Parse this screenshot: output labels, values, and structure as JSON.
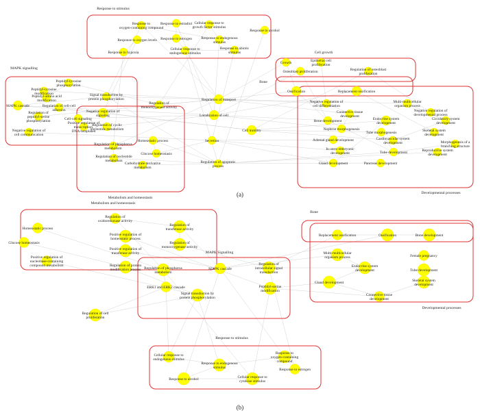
{
  "panels": [
    {
      "id": "a",
      "label": "(a)",
      "groups": [
        {
          "id": "a-stim",
          "label": "Response to stimulus"
        },
        {
          "id": "a-mapk",
          "label": "MAPK signalling"
        },
        {
          "id": "a-meta",
          "label": "Metabolism and homeostasis"
        },
        {
          "id": "a-cell",
          "label": "Cell growth"
        },
        {
          "id": "a-bone",
          "label": "Bone"
        },
        {
          "id": "a-dev",
          "label": "Developmental processes"
        }
      ],
      "nodes": [
        {
          "id": "a1",
          "label": "Response to oxygen-containing compound"
        },
        {
          "id": "a2",
          "label": "Response to estradiol"
        },
        {
          "id": "a3",
          "label": "Cellular response to growth factor stimulus"
        },
        {
          "id": "a4",
          "label": "Response to alcohol"
        },
        {
          "id": "a5",
          "label": "Response to oxygen levels"
        },
        {
          "id": "a6",
          "label": "Response to estrogen"
        },
        {
          "id": "a7",
          "label": "Response to endogenous stimulus"
        },
        {
          "id": "a8",
          "label": "Response to hypoxia"
        },
        {
          "id": "a9",
          "label": "Cellular response to endogenous stimulus"
        },
        {
          "id": "a10",
          "label": "Response to abiotic stimulus"
        },
        {
          "id": "a11",
          "label": "Peptidyl-tyrosine phosphorylation"
        },
        {
          "id": "a12",
          "label": "Peptidyl-tyrosine modification"
        },
        {
          "id": "a13",
          "label": "Peptidyl-amino acid modification"
        },
        {
          "id": "a14",
          "label": "MAPK cascade"
        },
        {
          "id": "a15",
          "label": "Regulation of cell-cell adhesion"
        },
        {
          "id": "a16",
          "label": "Regulation of peptidyl-serine phosphorylation"
        },
        {
          "id": "a17",
          "label": "Cell-cell signaling"
        },
        {
          "id": "a18",
          "label": "Positive regulation of transcription, DNA-templated"
        },
        {
          "id": "a19",
          "label": "Negative regulation of cell communication"
        },
        {
          "id": "a20",
          "label": "Signal transduction by protein phosphorylation"
        },
        {
          "id": "a21",
          "label": "Regulation of monooxygenase activity"
        },
        {
          "id": "a22",
          "label": "Negative regulation of signaling"
        },
        {
          "id": "a23",
          "label": "Regulation of cyclic nucleotide metabolism"
        },
        {
          "id": "a24",
          "label": "Homeostatic process"
        },
        {
          "id": "a25",
          "label": "Regulation of phosphorus metabolism"
        },
        {
          "id": "a26",
          "label": "Glucose homeostasis"
        },
        {
          "id": "a27",
          "label": "Regulation of nucleotide metabolism"
        },
        {
          "id": "a28",
          "label": "Carbohydrate derivative metabolism"
        },
        {
          "id": "a29",
          "label": "Regulation of transport"
        },
        {
          "id": "a30",
          "label": "Localization of cell"
        },
        {
          "id": "a31",
          "label": "Cell motility"
        },
        {
          "id": "a32",
          "label": "Secretion"
        },
        {
          "id": "a33",
          "label": "Regulation of apoptotic process"
        },
        {
          "id": "a34",
          "label": "Growth"
        },
        {
          "id": "a35",
          "label": "Epithelial cell proliferation"
        },
        {
          "id": "a36",
          "label": "Osteoblast proliferation"
        },
        {
          "id": "a37",
          "label": "Regulation of osteoblast proliferation"
        },
        {
          "id": "a38",
          "label": "Ossification"
        },
        {
          "id": "a39",
          "label": "Replacement ossification"
        },
        {
          "id": "a40",
          "label": "Negative regulation of cell differentiation"
        },
        {
          "id": "a41",
          "label": "Multi-multicellular organism process"
        },
        {
          "id": "a42",
          "label": "Connective tissue development"
        },
        {
          "id": "a43",
          "label": "Negative regulation of developmental process"
        },
        {
          "id": "a44",
          "label": "Bone development"
        },
        {
          "id": "a45",
          "label": "Endocrine system development"
        },
        {
          "id": "a46",
          "label": "Circulatory system development"
        },
        {
          "id": "a47",
          "label": "Nephron morphogenesis"
        },
        {
          "id": "a48",
          "label": "Tube morphogenesis"
        },
        {
          "id": "a49",
          "label": "Skeletal system development"
        },
        {
          "id": "a50",
          "label": "Adrenal gland development"
        },
        {
          "id": "a51",
          "label": "Cardiovascular system development"
        },
        {
          "id": "a52",
          "label": "Morphogenesis of a branching structure"
        },
        {
          "id": "a53",
          "label": "In utero embryonic development"
        },
        {
          "id": "a54",
          "label": "Tube development"
        },
        {
          "id": "a55",
          "label": "Reproductive system development"
        },
        {
          "id": "a56",
          "label": "Gland development"
        },
        {
          "id": "a57",
          "label": "Pancreas development"
        }
      ]
    },
    {
      "id": "b",
      "label": "(b)",
      "groups": [
        {
          "id": "b-meta",
          "label": "Metabolism and homeostasis"
        },
        {
          "id": "b-bone",
          "label": "Bone"
        },
        {
          "id": "b-dev",
          "label": "Developmental processes"
        },
        {
          "id": "b-mapk",
          "label": "MAPK Signalling"
        },
        {
          "id": "b-stim",
          "label": "Response to stimulus"
        }
      ],
      "nodes": [
        {
          "id": "b1",
          "label": "Regulation of oxidoreductase activity"
        },
        {
          "id": "b2",
          "label": "Homeostatic process"
        },
        {
          "id": "b3",
          "label": "Regulation of transferase activity"
        },
        {
          "id": "b4",
          "label": "Positive regulation of homeostatic process"
        },
        {
          "id": "b5",
          "label": "Glucose homeostasis"
        },
        {
          "id": "b6",
          "label": "Regulation of monooxygenase activity"
        },
        {
          "id": "b7",
          "label": "Positive regulation of transferase activity"
        },
        {
          "id": "b8",
          "label": "Positive regulation of nucleobase-containing compound metabolism"
        },
        {
          "id": "b9",
          "label": "Regulation of protein modification process"
        },
        {
          "id": "b10",
          "label": "Regulation of phosphorus metabolism"
        },
        {
          "id": "b11",
          "label": "MAPK cascade"
        },
        {
          "id": "b12",
          "label": "Regulation of intracellular signal transduction"
        },
        {
          "id": "b13",
          "label": "ERK1 and ERK2 cascade"
        },
        {
          "id": "b14",
          "label": "Signal transduction by protein phosphorylation"
        },
        {
          "id": "b15",
          "label": "Peptidyl-serine modification"
        },
        {
          "id": "b16",
          "label": "Regulation of cell proliferation"
        },
        {
          "id": "b17",
          "label": "Replacement ossification"
        },
        {
          "id": "b18",
          "label": "Ossification"
        },
        {
          "id": "b19",
          "label": "Bone development"
        },
        {
          "id": "b20",
          "label": "Multi-multicellular organism process"
        },
        {
          "id": "b21",
          "label": "Female pregnancy"
        },
        {
          "id": "b22",
          "label": "Endocrine system development"
        },
        {
          "id": "b23",
          "label": "Tube development"
        },
        {
          "id": "b24",
          "label": "Gland development"
        },
        {
          "id": "b25",
          "label": "Skeletal system development"
        },
        {
          "id": "b26",
          "label": "Connective tissue development"
        },
        {
          "id": "b27",
          "label": "Cellular response to endogenous stimulus"
        },
        {
          "id": "b28",
          "label": "Response to oxygen-containing compound"
        },
        {
          "id": "b29",
          "label": "Response to endogenous stimulus"
        },
        {
          "id": "b30",
          "label": "Response to estrogen"
        },
        {
          "id": "b31",
          "label": "Response to alcohol"
        },
        {
          "id": "b32",
          "label": "Cellular response to cytokine stimulus"
        }
      ]
    }
  ],
  "colors": {
    "node": "#ffff00",
    "group_border": "#e03030",
    "edge": "#cfcfcf",
    "text": "#222222"
  }
}
